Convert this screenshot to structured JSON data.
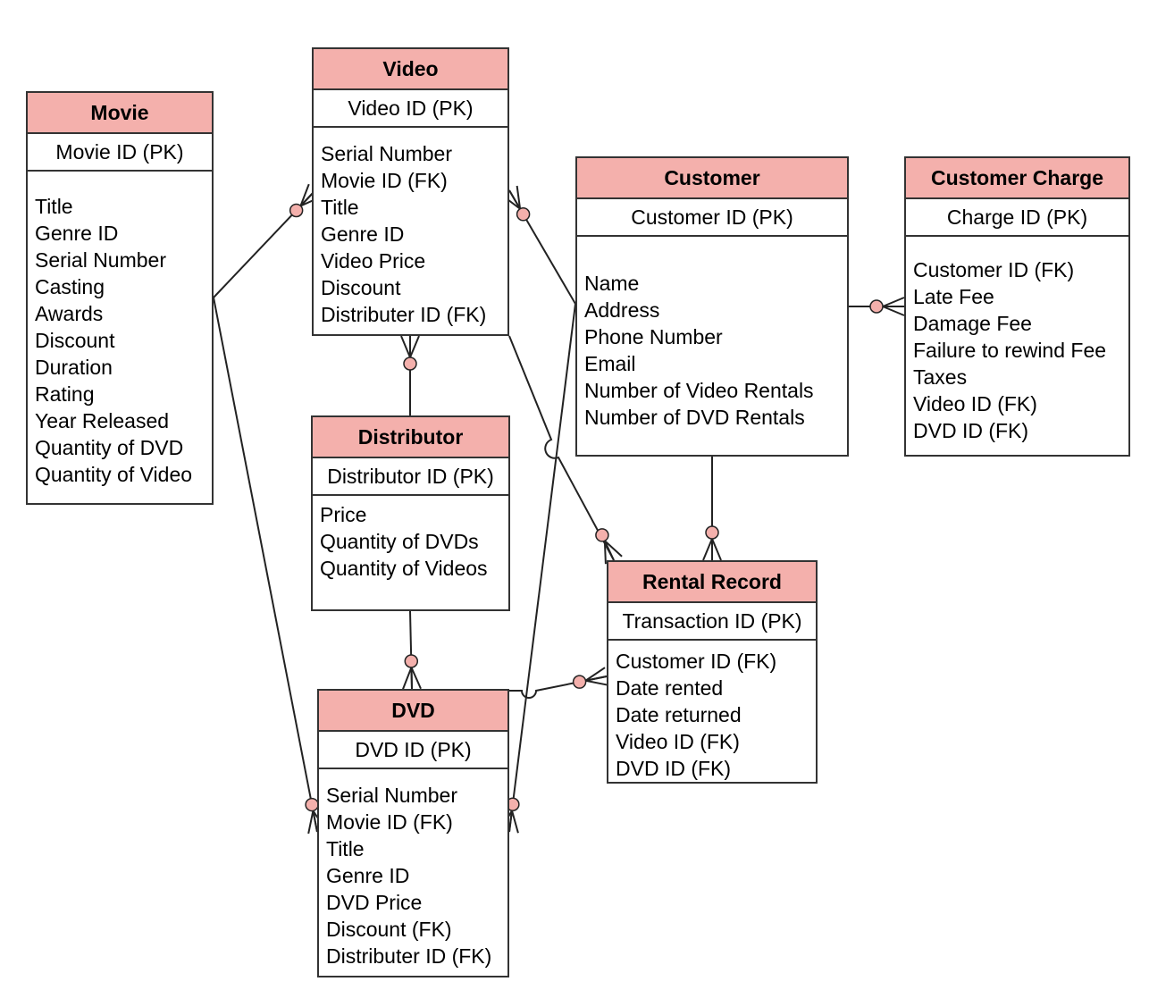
{
  "entities": {
    "movie": {
      "title": "Movie",
      "pk": "Movie ID (PK)",
      "attributes": [
        "Title",
        "Genre ID",
        "Serial Number",
        "Casting",
        "Awards",
        "Discount",
        "Duration",
        "Rating",
        "Year Released",
        "Quantity of DVD",
        "Quantity of Video"
      ]
    },
    "video": {
      "title": "Video",
      "pk": "Video ID (PK)",
      "attributes": [
        "Serial Number",
        "Movie ID (FK)",
        "Title",
        "Genre ID",
        "Video Price",
        "Discount",
        "Distributer ID (FK)"
      ]
    },
    "customer": {
      "title": "Customer",
      "pk": "Customer ID (PK)",
      "attributes": [
        "Name",
        "Address",
        "Phone Number",
        "Email",
        "Number of Video Rentals",
        "Number of DVD Rentals"
      ]
    },
    "customer_charge": {
      "title": "Customer Charge",
      "pk": "Charge ID (PK)",
      "attributes": [
        "Customer ID (FK)",
        "Late Fee",
        "Damage Fee",
        "Failure to rewind Fee",
        "Taxes",
        "Video ID (FK)",
        "DVD ID (FK)"
      ]
    },
    "distributor": {
      "title": "Distributor",
      "pk": "Distributor ID (PK)",
      "attributes": [
        "Price",
        "Quantity of DVDs",
        "Quantity of Videos"
      ]
    },
    "rental_record": {
      "title": "Rental Record",
      "pk": "Transaction ID (PK)",
      "attributes": [
        "Customer ID (FK)",
        "Date rented",
        "Date returned",
        "Video ID (FK)",
        "DVD ID (FK)"
      ]
    },
    "dvd": {
      "title": "DVD",
      "pk": "DVD ID (PK)",
      "attributes": [
        "Serial Number",
        "Movie ID (FK)",
        "Title",
        "Genre ID",
        "DVD Price",
        "Discount (FK)",
        "Distributer ID (FK)"
      ]
    }
  },
  "colors": {
    "header_fill": "#f4b0ac",
    "border": "#333333",
    "line": "#222222",
    "connector_fill": "#f4b0ac"
  }
}
